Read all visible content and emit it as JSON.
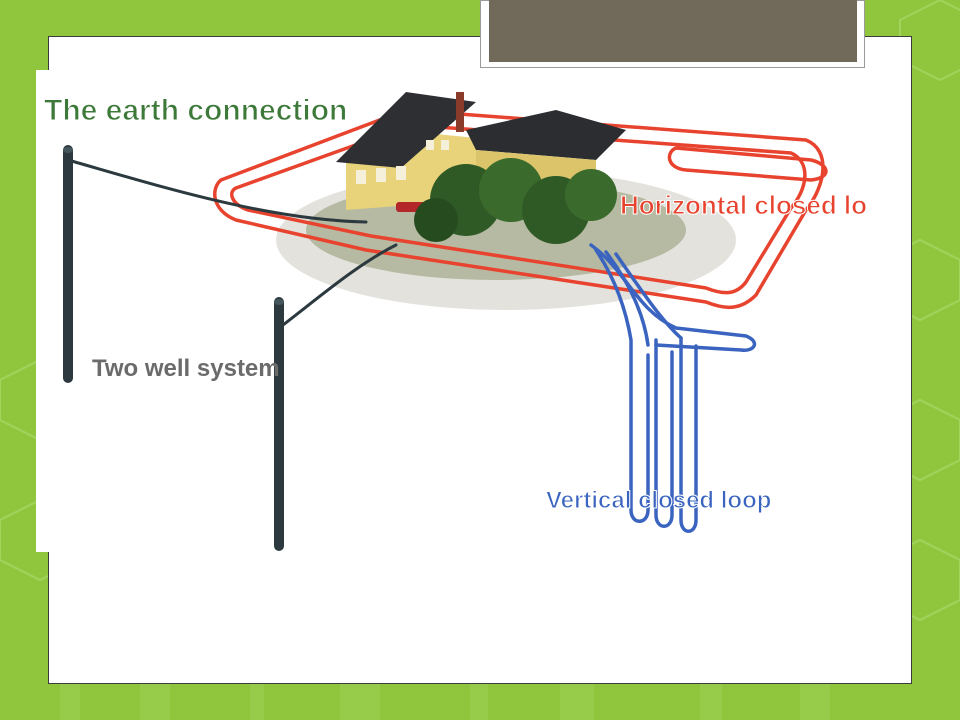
{
  "slide": {
    "title": "",
    "colors": {
      "background": "#8fc63e",
      "frame": "#ffffff",
      "title_bar": "#716a5b"
    }
  },
  "diagram": {
    "heading": "The earth connection",
    "labels": {
      "horizontal": "Horizontal closed loop",
      "vertical": "Vertical closed loop",
      "two_well": "Two well system"
    },
    "colors": {
      "heading": "#3d7a3a",
      "horizontal_loop": "#e8432e",
      "vertical_loop": "#3a64c0",
      "well_pipe": "#2c3a40",
      "label_gray": "#6b6b6b"
    }
  }
}
